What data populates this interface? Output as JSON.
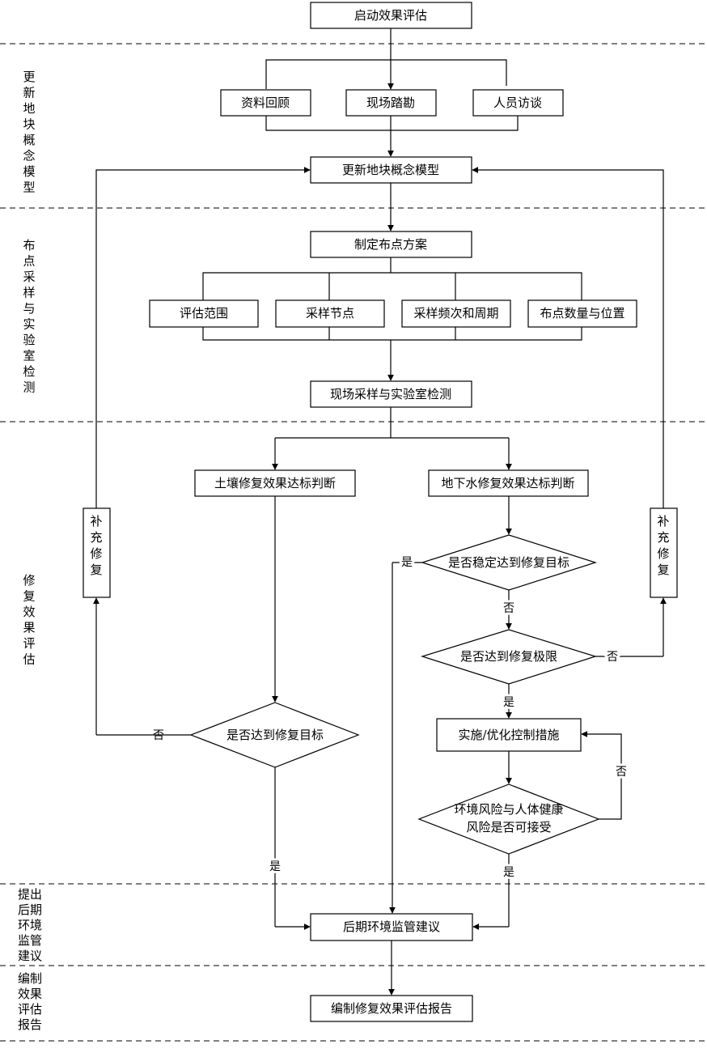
{
  "nodes": {
    "start": "启动效果评估",
    "review": "资料回顾",
    "survey": "现场踏勘",
    "interview": "人员访谈",
    "update_model": "更新地块概念模型",
    "plan": "制定布点方案",
    "scope": "评估范围",
    "timing": "采样节点",
    "frequency": "采样频次和周期",
    "points": "布点数量与位置",
    "sampling": "现场采样与实验室检测",
    "soil_judge": "土壤修复效果达标判断",
    "gw_judge": "地下水修复效果达标判断",
    "soil_decision": "是否达到修复目标",
    "gw_stable": "是否稳定达到修复目标",
    "gw_limit": "是否达到修复极限",
    "control": "实施/优化控制措施",
    "risk_line1": "环境风险与人体健康",
    "risk_line2": "风险是否可接受",
    "monitoring": "后期环境监管建议",
    "report": "编制修复效果评估报告",
    "supplement_left": "补充修复",
    "supplement_right": "补充修复"
  },
  "phases": {
    "p1": "更新地块概念模型",
    "p2": "布点采样与实验室检测",
    "p3": "修复效果评估",
    "p4": "提出后期环境监管建议",
    "p5": "编制效果评估报告"
  },
  "answers": {
    "yes": "是",
    "no": "否"
  }
}
